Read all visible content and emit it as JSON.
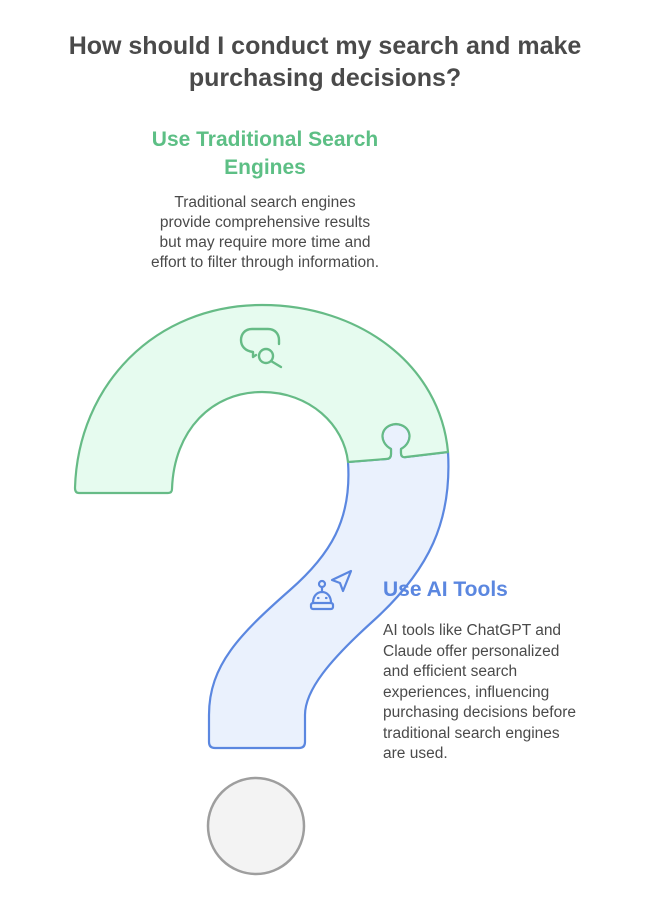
{
  "title": {
    "lines": [
      "How should I conduct my search and make",
      "purchasing decisions?"
    ]
  },
  "colors": {
    "title_text": "#4a4a4a",
    "body_text": "#4a4a4a",
    "green_accent": "#5dbf85",
    "green_stroke": "#66bb86",
    "green_fill": "#e6fbef",
    "blue_accent": "#5b87e0",
    "blue_stroke": "#5b87e0",
    "blue_fill": "#eaf1fd",
    "dot_stroke": "#9e9e9e",
    "dot_fill": "#f3f3f3"
  },
  "sections": [
    {
      "id": "traditional",
      "heading_lines": [
        "Use Traditional Search",
        "Engines"
      ],
      "description_lines": [
        "Traditional search engines",
        "provide comprehensive results",
        "but may require more time and",
        "effort to filter through information."
      ],
      "icon": "chat-search-icon"
    },
    {
      "id": "ai-tools",
      "heading_lines": [
        "Use AI Tools"
      ],
      "description_lines": [
        "AI tools like ChatGPT and",
        "Claude offer personalized",
        "and efficient search",
        "experiences, influencing",
        "purchasing decisions before",
        "traditional search engines",
        "are used."
      ],
      "icon": "robot-send-icon"
    }
  ]
}
